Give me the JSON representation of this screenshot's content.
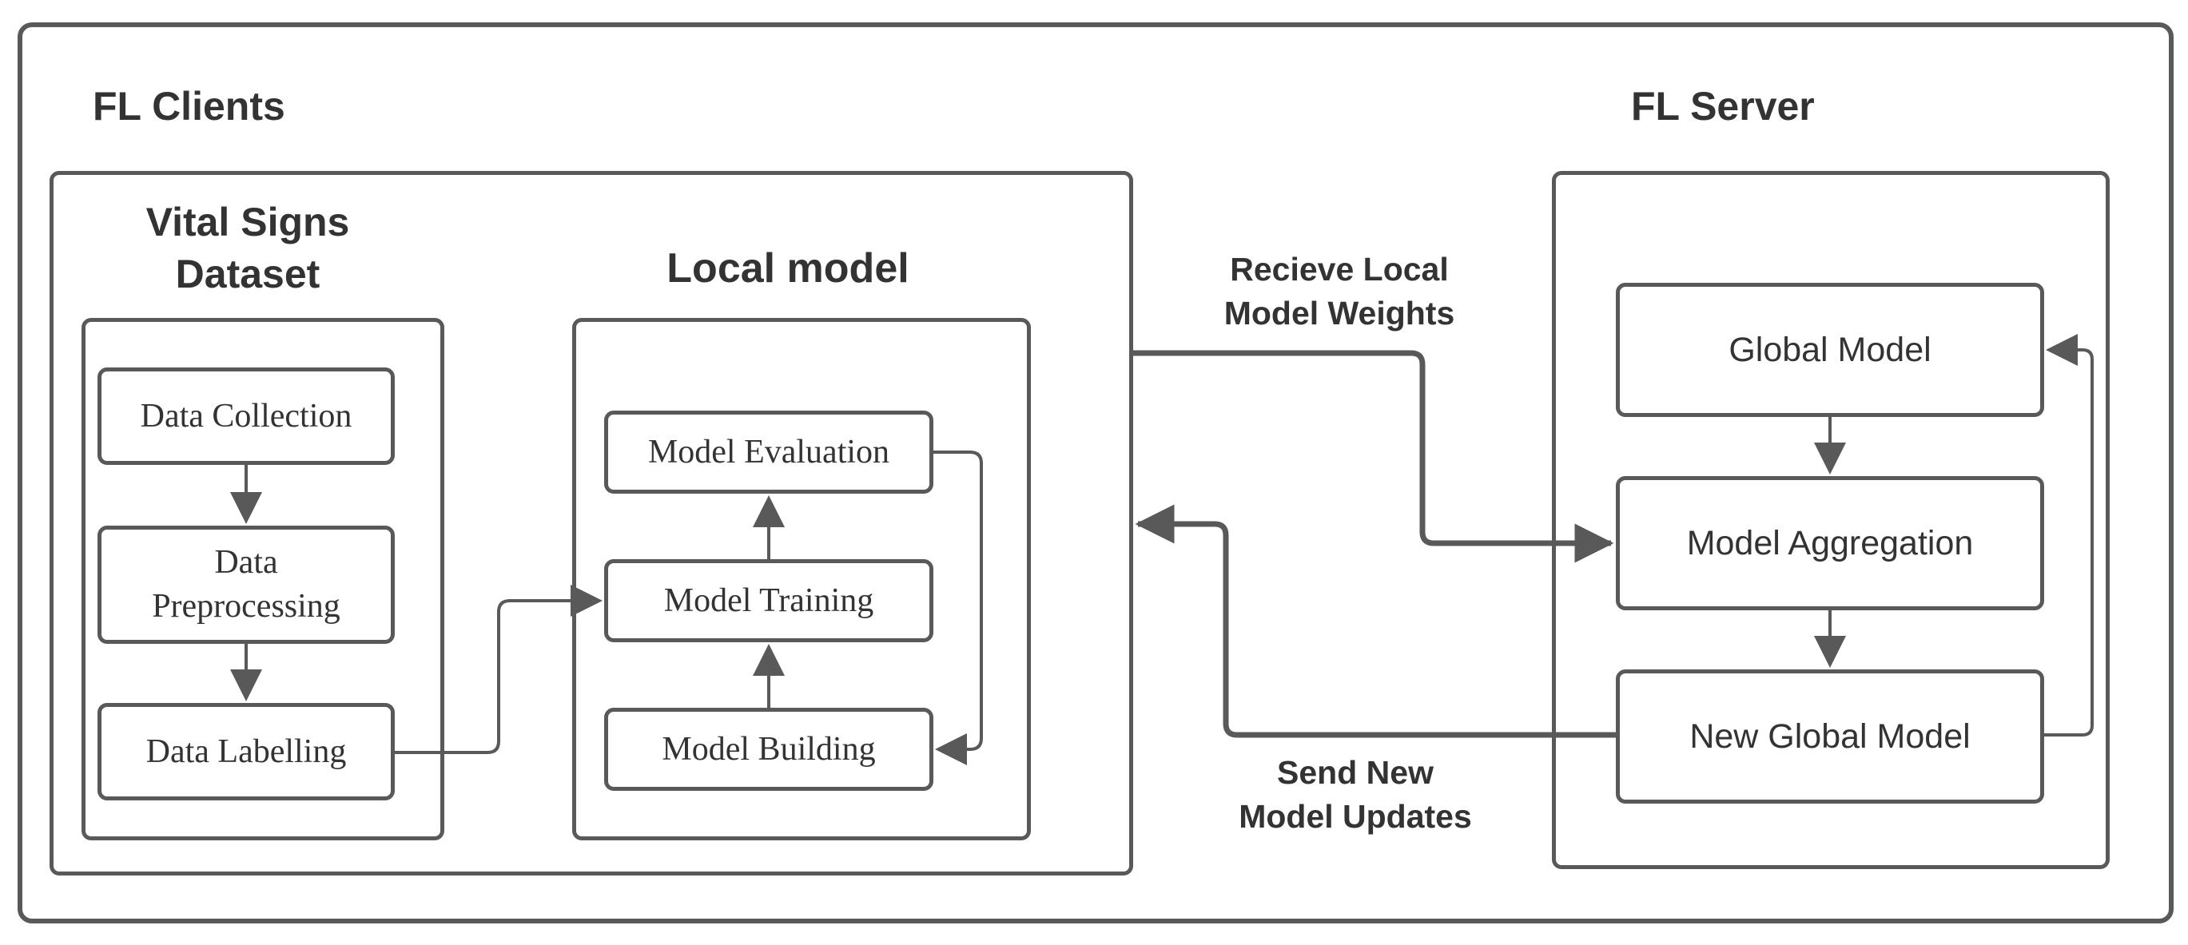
{
  "fl_clients": {
    "title": "FL Clients",
    "dataset": {
      "title": "Vital Signs\nDataset",
      "steps": [
        "Data Collection",
        "Data\nPreprocessing",
        "Data Labelling"
      ]
    },
    "local_model": {
      "title": "Local model",
      "steps": [
        "Model Evaluation",
        "Model Training",
        "Model Building"
      ]
    }
  },
  "fl_server": {
    "title": "FL Server",
    "steps": [
      "Global Model",
      "Model Aggregation",
      "New Global Model"
    ]
  },
  "edges": {
    "receive_label": "Recieve Local\nModel Weights",
    "send_label": "Send New\nModel Updates"
  },
  "colors": {
    "stroke": "#595959",
    "text": "#333333"
  }
}
